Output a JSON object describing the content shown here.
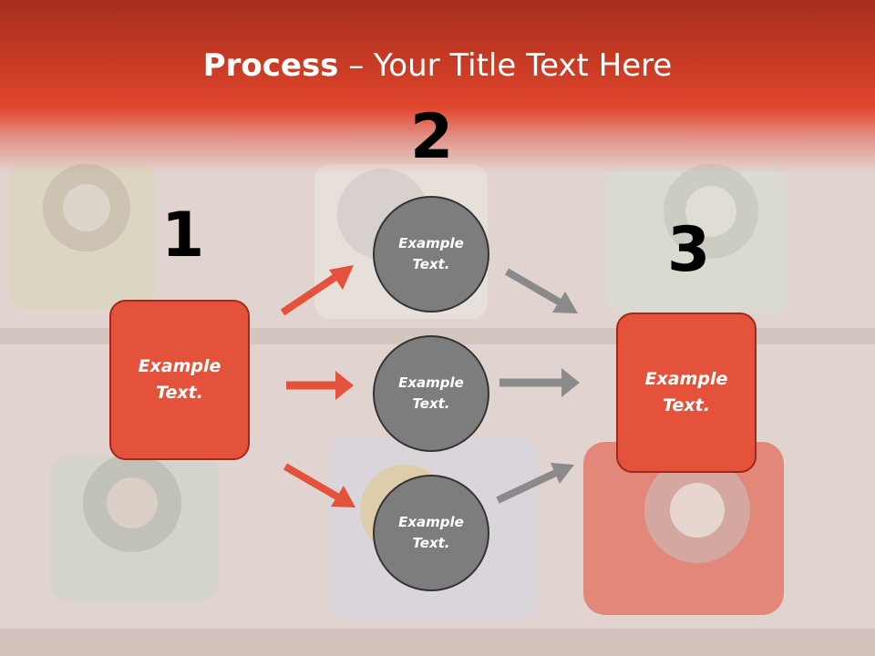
{
  "title": {
    "bold": "Process",
    "rest": " – Your Title Text Here"
  },
  "steps": {
    "one": "1",
    "two": "2",
    "three": "3"
  },
  "left_box": "Example\nText.",
  "right_box": "Example\nText.",
  "circles": [
    "Example\nText.",
    "Example\nText.",
    "Example\nText."
  ],
  "colors": {
    "accent": "#e4523c",
    "arrow_red": "#e4523c",
    "arrow_gray": "#8a8a8a",
    "circle": "#7d7d7d"
  }
}
